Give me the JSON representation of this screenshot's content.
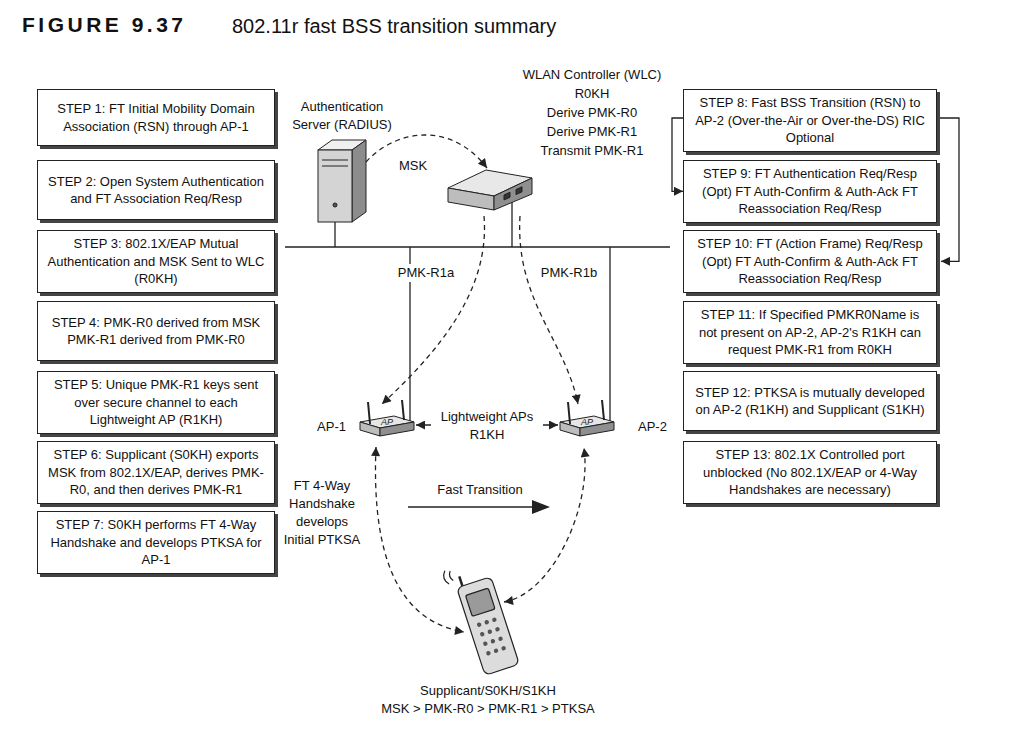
{
  "diagram": {
    "title": "802.11r fast BSS transition summary",
    "nodes": [
      {
        "text": [
          "STEP 1: FT Initial Mobility Domain Association (RSN) through AP-1"
        ]
      },
      {
        "text": [
          "STEP 2: Open System Authentication and FT Association Req/Resp"
        ]
      },
      {
        "text": [
          "STEP 3: 802.1X/EAP Mutual Authentication and MSK Sent to WLC (R0KH)"
        ]
      },
      {
        "text": [
          "STEP 4: PMK-R0 derived from MSK PMK-R1 derived from PMK-R0"
        ]
      },
      {
        "text": [
          "STEP 5: Unique PMK-R1 keys sent over secure channel to each Lightweight AP (R1KH)"
        ]
      },
      {
        "text": [
          "STEP 6: Supplicant (S0KH) exports MSK from 802.1X/EAP, derives PMK- R0, and then derives PMK-R1"
        ]
      },
      {
        "text": [
          "STEP 7: S0KH performs FT 4-Way Handshake and develops PTKSA for AP-1"
        ]
      },
      {
        "text": [
          "Authentication Server (RADIUS)"
        ]
      },
      {
        "text": [
          "WLAN Controller (WLC)",
          "R0KH",
          "Derive PMK-R0",
          "Derive PMK-R1",
          "Transmit PMK-R1"
        ]
      },
      {
        "text": [
          "AP-1"
        ]
      },
      {
        "text": [
          "AP-2"
        ]
      },
      {
        "text": [
          "Supplicant/S0KH/S1KH",
          "MSK > PMK-R0 > PMK-R1 > PTKSA"
        ]
      },
      {
        "text": [
          "STEP 8: Fast BSS Transition (RSN) to AP-2 (Over-the-Air or Over-the-DS) RIC Optional"
        ]
      },
      {
        "text": [
          "STEP 9: FT Authentication Req/Resp (Opt) FT Auth-Confirm & Auth-Ack FT Reassociation Req/Resp"
        ]
      },
      {
        "text": [
          "STEP 10: FT (Action Frame) Req/Resp (Opt) FT Auth-Confirm & Auth-Ack FT Reassociation Req/Resp"
        ]
      },
      {
        "text": [
          "STEP 11: If Specified PMKR0Name is not present on AP-2, AP-2's R1KH can request PMK-R1 from R0KH"
        ]
      },
      {
        "text": [
          "STEP 12: PTKSA is mutually developed on AP-2 (R1KH) and Supplicant (S1KH)"
        ]
      },
      {
        "text": [
          "STEP 13: 802.1X Controlled port unblocked (No 802.1X/EAP or 4-Way Handshakes are necessary)"
        ]
      }
    ],
    "edges": [
      {
        "from": 7,
        "to": 8,
        "arrow": "to",
        "label": "MSK"
      },
      {
        "from": 8,
        "to": 9,
        "arrow": "to",
        "label": "PMK-R1a"
      },
      {
        "from": 8,
        "to": 10,
        "arrow": "to",
        "label": "PMK-R1b"
      },
      {
        "from": 9,
        "to": 10,
        "arrow": "both",
        "label": "Lightweight APs R1KH"
      },
      {
        "from": 9,
        "to": 11,
        "arrow": "both",
        "label": "FT 4-Way Handshake develops Initial PTKSA"
      },
      {
        "from": 11,
        "to": 10,
        "arrow": "both"
      },
      {
        "from": 12,
        "to": 13,
        "arrow": "to"
      },
      {
        "from": 12,
        "to": 14,
        "arrow": "to"
      }
    ],
    "labels": [
      "FIGURE 9.37",
      "AP",
      "AP",
      "Fast Transition"
    ]
  }
}
